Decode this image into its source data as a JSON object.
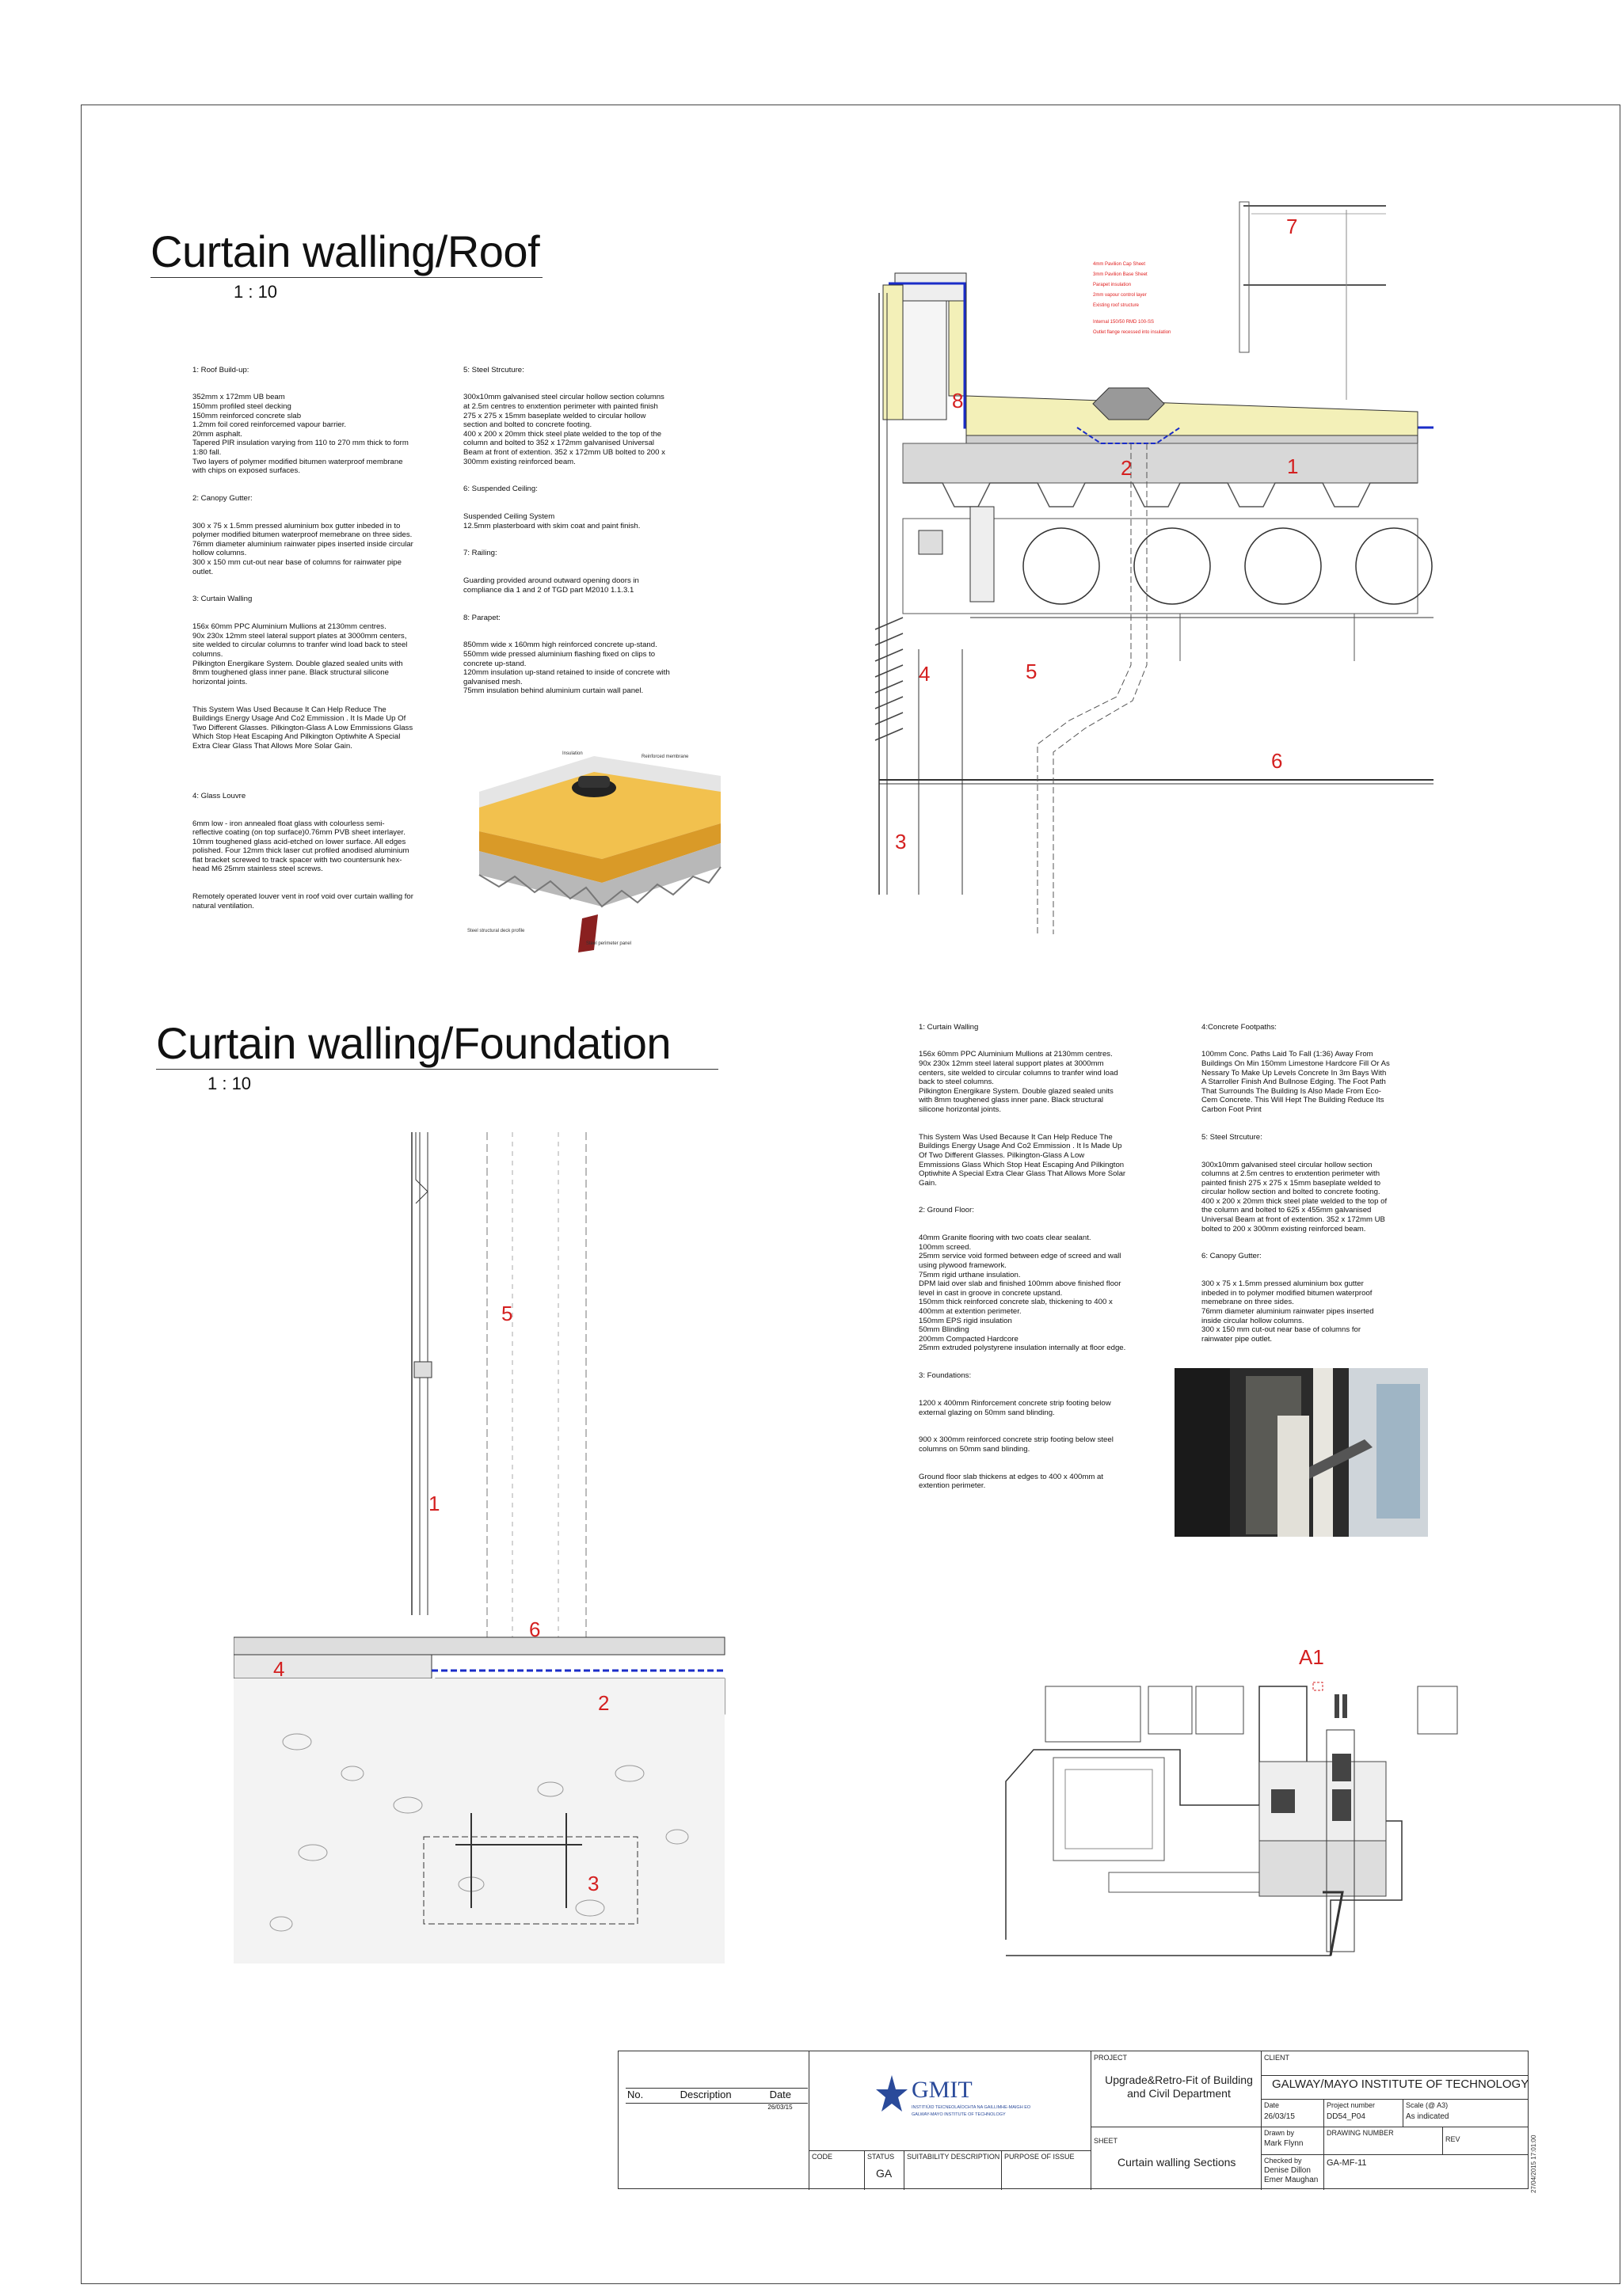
{
  "roof": {
    "title": "Curtain walling/Roof",
    "scale": "1 : 10",
    "notes_left": [
      "1: Roof Build-up:",
      "352mm x 172mm UB beam\n150mm profiled steel decking\n150mm reinforced concrete slab\n1.2mm foil cored reinforcemed vapour barrier.\n20mm asphalt.\nTapered PIR insulation varying from 110 to 270 mm thick to form 1:80 fall.\nTwo layers of polymer modified bitumen waterproof membrane with chips on exposed surfaces.",
      "2: Canopy Gutter:",
      "300 x 75 x 1.5mm pressed aluminium box gutter inbeded in to polymer modified bitumen waterproof memebrane on three sides.\n76mm diameter aluminium rainwater pipes inserted inside circular hollow columns.\n300 x 150 mm cut-out near base of columns for rainwater pipe outlet.",
      "3: Curtain Walling",
      "156x 60mm PPC Aluminium Mullions at 2130mm centres.\n90x 230x 12mm steel lateral support plates at 3000mm centers, site welded to circular columns to tranfer wind load back to steel columns.\nPilkington Energikare System. Double glazed sealed units with 8mm toughened glass inner pane. Black structural silicone horizontal joints.",
      "This System Was Used Because It Can Help Reduce The Buildings Energy Usage And Co2 Emmission . It Is Made Up Of Two Different Glasses. Pilkington-Glass A Low Emmissions Glass Which Stop Heat Escaping And Pilkington Optiwhite A Special Extra Clear Glass That Allows More Solar Gain.",
      "4: Glass Louvre",
      "6mm low - iron annealed float glass with colourless semi-reflective coating (on top surface)0.76mm PVB sheet interlayer.\n10mm toughened glass acid-etched on lower surface. All edges polished. Four 12mm thick laser cut profiled anodised aluminium flat bracket screwed to track spacer with two countersunk hex-head M6 25mm stainless steel screws.",
      "Remotely operated  louver vent in roof void over curtain walling for natural ventilation."
    ],
    "notes_right": [
      "5:  Steel Strcuture:",
      "300x10mm galvanised steel circular hollow section columns at 2.5m centres to enxtention perimeter with painted finish 275 x 275 x 15mm baseplate welded to circular hollow section and bolted to concrete footing.\n400 x 200 x 20mm thick steel plate welded to the top of the column and bolted to 352 x 172mm galvanised Universal Beam at front of extention. 352 x 172mm UB bolted to 200 x 300mm existing reinforced beam.",
      "6: Suspended  Ceiling:",
      "Suspended Ceiling System\n12.5mm plasterboard with skim coat and paint finish.",
      "7:  Railing:",
      "Guarding provided around outward opening doors in compliance dia 1 and 2 of TGD part M2010 1.1.3.1",
      "8: Parapet:",
      "850mm wide x 160mm high reinforced concrete up-stand.\n550mm wide pressed aluminium flashing fixed on clips to concrete up-stand.\n120mm insulation up-stand retained to inside of concrete with galvanised mesh.\n75mm insulation behind aluminium curtain wall panel."
    ],
    "labels": [
      "7",
      "8",
      "2",
      "1",
      "4",
      "5",
      "6",
      "3"
    ],
    "legend_red": [
      "4mm Pavilion Cap Sheet",
      "3mm Pavilion Base Sheet",
      "Parapet insulation",
      "2mm vapour control layer",
      "Existing roof structure",
      "Internal 150/50 RMD 100-SS",
      "Outlet flange recessed into insulation"
    ],
    "render_labels": [
      "Insulation",
      "Reinforced membrane",
      "Steel structural deck profile",
      "Steel perimeter panel"
    ]
  },
  "foundation": {
    "title": "Curtain walling/Foundation",
    "scale": "1 : 10",
    "labels": [
      "5",
      "1",
      "6",
      "4",
      "2",
      "3"
    ],
    "notes_left": [
      "1: Curtain Walling",
      "156x 60mm PPC Aluminium Mullions at 2130mm centres.\n90x 230x 12mm steel lateral support plates at 3000mm centers, site welded to circular columns to tranfer wind load back to steel columns.\nPilkington Energikare System. Double glazed sealed units with 8mm toughened glass inner pane. Black structural silicone horizontal joints.",
      "This System Was Used Because It Can Help Reduce The Buildings Energy Usage And Co2 Emmission . It Is Made Up Of Two Different Glasses. Pilkington-Glass A Low Emmissions Glass Which Stop Heat Escaping And Pilkington Optiwhite A Special Extra Clear Glass That Allows More Solar Gain.",
      "2: Ground Floor:",
      "40mm Granite flooring with two coats clear sealant.\n100mm screed.\n25mm service void formed between edge of screed and wall using plywood framework.\n75mm rigid urthane insulation.\nDPM laid over slab and finished 100mm above finished floor level in cast in groove in concrete upstand.\n150mm thick reinforced concrete slab, thickening to 400 x 400mm at extention perimeter.\n150mm EPS rigid insulation\n50mm Blinding\n200mm Compacted Hardcore\n25mm extruded polystyrene insulation internally at floor edge.",
      "3: Foundations:",
      "1200 x 400mm Rinforcement  concrete strip footing below external glazing on 50mm sand blinding.",
      "900 x 300mm reinforced concrete strip footing below steel columns on 50mm sand blinding.",
      "Ground floor slab thickens at edges to 400 x 400mm at extention perimeter."
    ],
    "notes_right": [
      "4:Concrete Footpaths:",
      "100mm Conc. Paths Laid To Fall (1:36) Away From Buildings On Min 150mm Limestone Hardcore Fill Or As Nessary To Make Up Levels Concrete In 3m Bays With A Starroller Finish And Bullnose Edging. The Foot Path That Surrounds The Building Is Also Made From Eco-Cem Concrete. This Will Hept The Building Reduce Its Carbon Foot Print",
      "5:  Steel Strcuture:",
      "300x10mm galvanised steel circular hollow section columns at 2.5m centres to enxtention perimeter with painted finish 275 x 275 x 15mm baseplate welded to circular hollow section and bolted to concrete footing.\n400 x 200 x 20mm thick steel plate welded to the top of the column and bolted to 625 x 455mm galvanised Universal Beam at front of extention. 352 x 172mm UB bolted to 200 x 300mm existing reinforced beam.",
      "6: Canopy Gutter:",
      "300 x 75 x 1.5mm pressed aluminium box gutter inbeded in to polymer modified bitumen waterproof memebrane on three sides.\n76mm diameter aluminium rainwater pipes inserted inside circular hollow columns.\n300 x 150 mm cut-out near base of columns for rainwater pipe outlet."
    ]
  },
  "key_plan": {
    "section_marker": "A1"
  },
  "title_block": {
    "rev_headers": [
      "No.",
      "Description",
      "Date"
    ],
    "rev_date": "26/03/15",
    "logo_text": "GMIT",
    "logo_sub1": "INSTITIÚID TEICNEOLAÍOCHTA NA GAILLIMHE-MAIGH EO",
    "logo_sub2": "GALWAY-MAYO INSTITUTE OF TECHNOLOGY",
    "project_label": "PROJECT",
    "project": "Upgrade&Retro-Fit of Building and Civil Department",
    "client_label": "CLIENT",
    "client": "GALWAY/MAYO INSTITUTE OF TECHNOLOGY",
    "date_label": "Date",
    "date": "26/03/15",
    "project_number_label": "Project number",
    "project_number": "DD54_P04",
    "scale_label": "Scale (@ A3)",
    "scale": "As indicated",
    "drawn_label": "Drawn by",
    "drawn": "Mark Flynn",
    "checked_label": "Checked by",
    "checked": "Denise Dillon\nEmer Maughan",
    "drawing_number_label": "DRAWING NUMBER",
    "drawing_number": "GA-MF-11",
    "rev_label": "REV",
    "code_label": "CODE",
    "status_label": "STATUS",
    "status": "GA",
    "suitability_label": "SUITABILITY DESCRIPTION",
    "purpose_label": "PURPOSE OF ISSUE",
    "sheet_label": "SHEET",
    "sheet": "Curtain walling Sections",
    "stamp": "27/04/2015 17:01:00"
  },
  "colors": {
    "accent_red": "#d42020",
    "membrane_blue": "#1a2cc8",
    "insulation_yellow": "#f3f0b8",
    "concrete_grey": "#cfcfcf"
  }
}
